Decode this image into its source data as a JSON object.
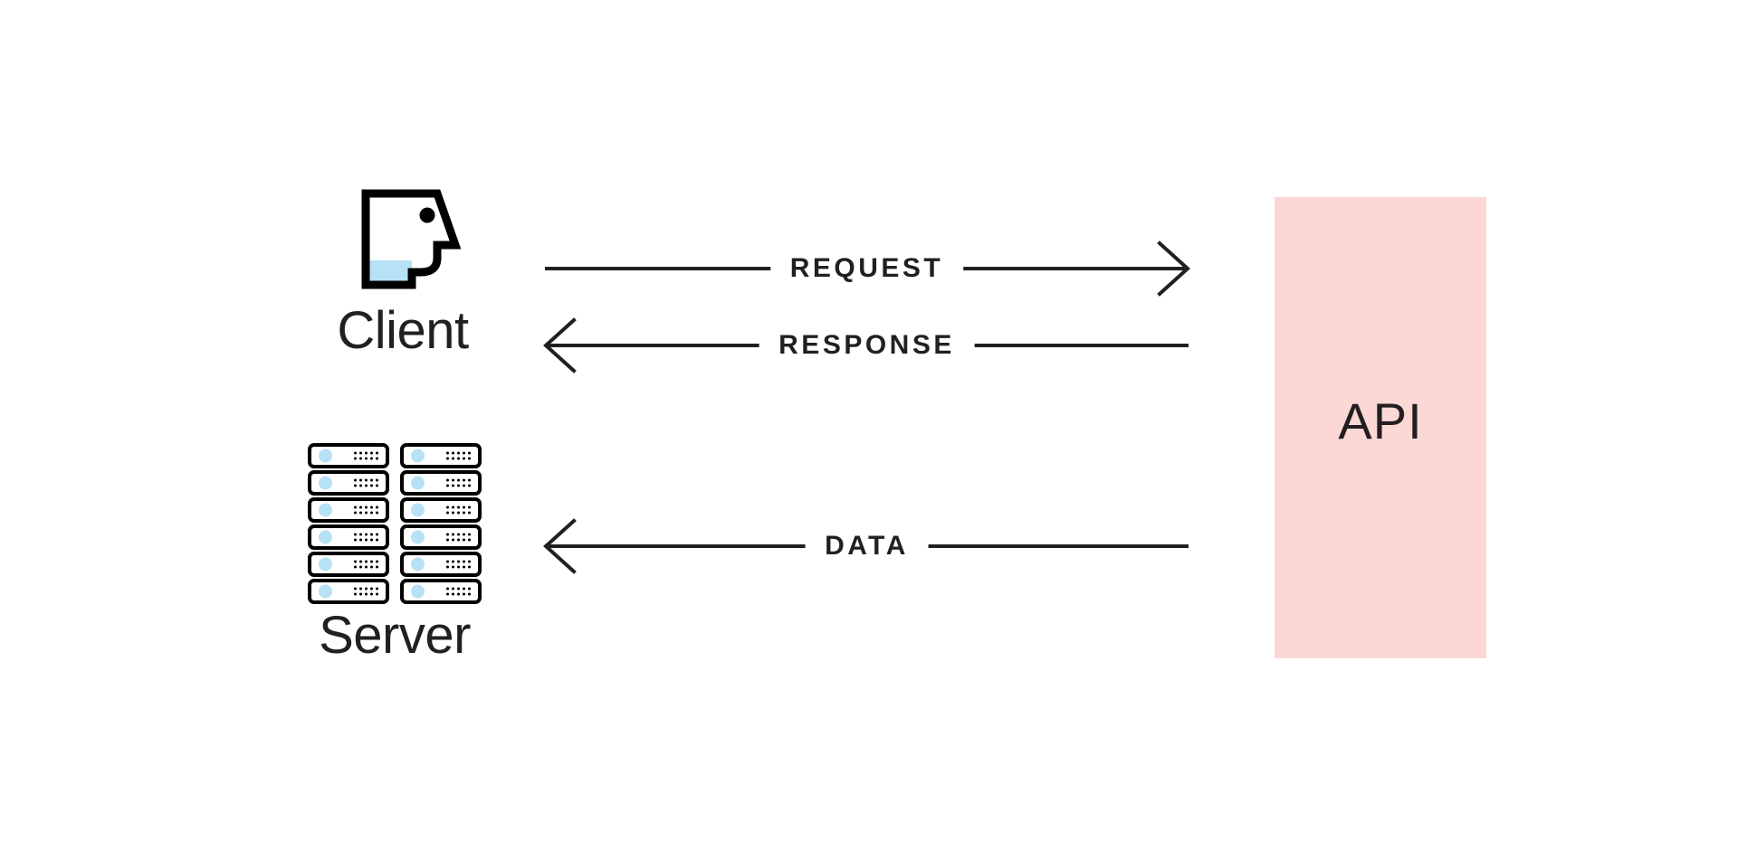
{
  "diagram": {
    "title": "Client Server API request response data flow",
    "background_color": "#ffffff",
    "ink_color": "#231f20",
    "accent_blue": "#b7e1f5",
    "accent_pink": "#fbd8d6"
  },
  "nodes": {
    "client": {
      "label": "Client",
      "icon": "head-profile-icon",
      "icon_fill_color": "#b7e1f5"
    },
    "server": {
      "label": "Server",
      "icon": "server-rack-icon",
      "rack_columns": 2,
      "rack_rows": 6,
      "led_color": "#b7e1f5",
      "dot_rows": 2,
      "dots_per_row": 5
    },
    "api": {
      "label": "API",
      "fill_color": "#fbd8d6"
    }
  },
  "flows": [
    {
      "id": "request",
      "label": "REQUEST",
      "direction": "right",
      "from": "Client",
      "to": "API"
    },
    {
      "id": "response",
      "label": "RESPONSE",
      "direction": "left",
      "from": "API",
      "to": "Client"
    },
    {
      "id": "data",
      "label": "DATA",
      "direction": "left",
      "from": "API",
      "to": "Server"
    }
  ]
}
